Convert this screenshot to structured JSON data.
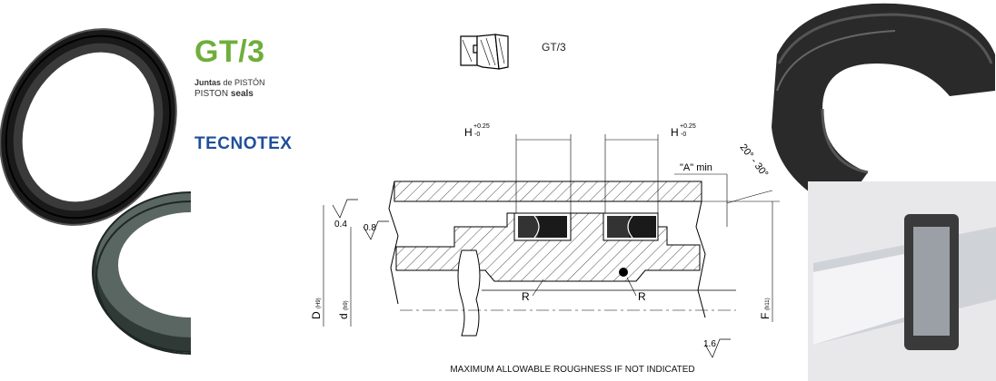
{
  "brand": {
    "product_code": "GT/3",
    "subtitle_es_prefix": "Juntas",
    "subtitle_es_suffix": " de PISTÓN",
    "subtitle_en_prefix": "PISTON",
    "subtitle_en_suffix": " seals",
    "logo_text": "TECNOTEX",
    "accent_color": "#6fae3a",
    "logo_color": "#1f4f9a"
  },
  "profile": {
    "code": "GT/3"
  },
  "drawing": {
    "groove_width_left": "H",
    "groove_tol_left_plus": "+0.25",
    "groove_tol_left_minus": "-0",
    "groove_width_right": "H",
    "groove_tol_right_plus": "+0.25",
    "groove_tol_right_minus": "-0",
    "chamfer_angle": "20° - 30°",
    "chamfer_length": "\"A\" min",
    "roughness_bore": "0.4",
    "roughness_groove": "0.8",
    "roughness_general": "1.6",
    "radius_left": "R",
    "radius_right": "R",
    "dim_bore": "D",
    "dim_bore_fit": "(H9)",
    "dim_groove": "d",
    "dim_groove_fit": "(h9)",
    "dim_rod": "F",
    "dim_rod_fit": "(h11)",
    "footnote": "MAXIMUM ALLOWABLE ROUGHNESS IF NOT INDICATED"
  }
}
